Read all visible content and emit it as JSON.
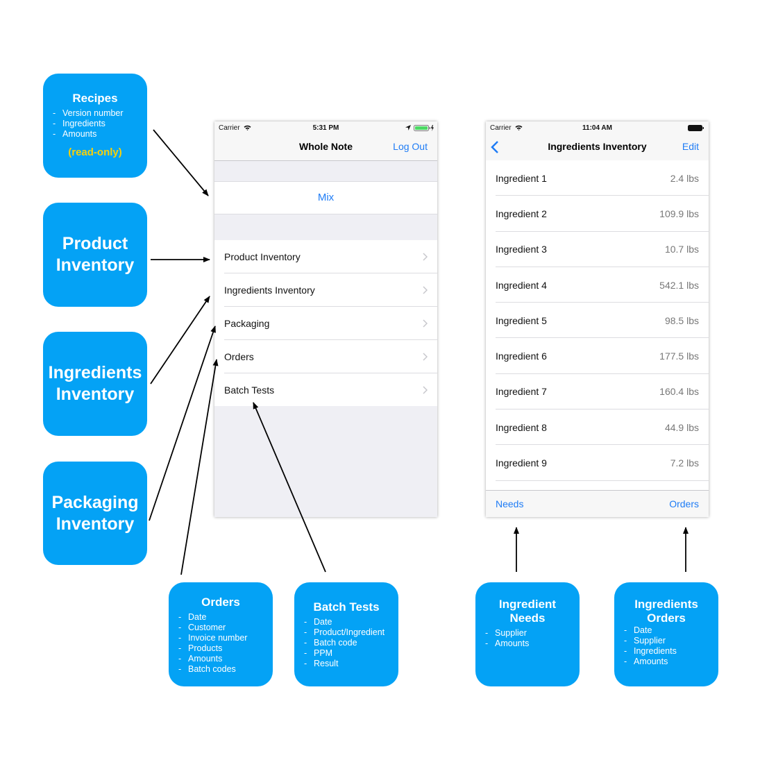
{
  "boxes": {
    "recipes": {
      "title": "Recipes",
      "items": [
        "Version number",
        "Ingredients",
        "Amounts"
      ],
      "note": "(read-only)"
    },
    "product_inventory": {
      "line1": "Product",
      "line2": "Inventory"
    },
    "ingredients_inventory": {
      "line1": "Ingredients",
      "line2": "Inventory"
    },
    "packaging_inventory": {
      "line1": "Packaging",
      "line2": "Inventory"
    },
    "orders": {
      "title": "Orders",
      "items": [
        "Date",
        "Customer",
        "Invoice number",
        "Products",
        "Amounts",
        "Batch codes"
      ]
    },
    "batch_tests": {
      "title": "Batch Tests",
      "items": [
        "Date",
        "Product/Ingredient",
        "Batch code",
        "PPM",
        "Result"
      ]
    },
    "ingredient_needs": {
      "line1": "Ingredient",
      "line2": "Needs",
      "items": [
        "Supplier",
        "Amounts"
      ]
    },
    "ingredients_orders": {
      "line1": "Ingredients",
      "line2": "Orders",
      "items": [
        "Date",
        "Supplier",
        "Ingredients",
        "Amounts"
      ]
    }
  },
  "phone1": {
    "carrier": "Carrier",
    "time": "5:31 PM",
    "title": "Whole Note",
    "right_action": "Log Out",
    "mix": "Mix",
    "menu": [
      "Product Inventory",
      "Ingredients Inventory",
      "Packaging",
      "Orders",
      "Batch Tests"
    ]
  },
  "phone2": {
    "carrier": "Carrier",
    "time": "11:04 AM",
    "title": "Ingredients Inventory",
    "right_action": "Edit",
    "rows": [
      {
        "name": "Ingredient 1",
        "value": "2.4 lbs"
      },
      {
        "name": "Ingredient 2",
        "value": "109.9 lbs"
      },
      {
        "name": "Ingredient 3",
        "value": "10.7 lbs"
      },
      {
        "name": "Ingredient 4",
        "value": "542.1 lbs"
      },
      {
        "name": "Ingredient 5",
        "value": "98.5 lbs"
      },
      {
        "name": "Ingredient 6",
        "value": "177.5 lbs"
      },
      {
        "name": "Ingredient 7",
        "value": "160.4 lbs"
      },
      {
        "name": "Ingredient 8",
        "value": "44.9 lbs"
      },
      {
        "name": "Ingredient 9",
        "value": "7.2 lbs"
      }
    ],
    "toolbar_left": "Needs",
    "toolbar_right": "Orders"
  },
  "colors": {
    "box_blue": "#04a2f5",
    "ios_blue": "#1f7cf5",
    "readonly_yellow": "#f7d10a"
  },
  "icons": [
    "wifi-icon",
    "location-icon",
    "battery-icon",
    "chevron-right-icon",
    "back-chevron-icon"
  ]
}
